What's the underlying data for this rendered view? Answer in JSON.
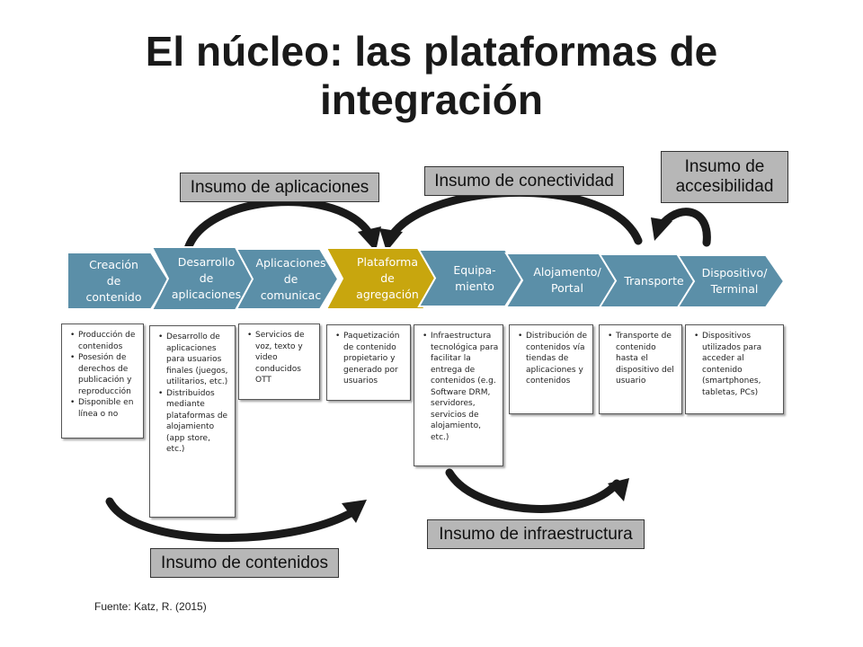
{
  "title": {
    "line1": "El núcleo: las plataformas de",
    "line2": "integración"
  },
  "inputs": {
    "aplicaciones": "Insumo de aplicaciones",
    "conectividad": "Insumo de conectividad",
    "accesibilidad_line1": "Insumo de",
    "accesibilidad_line2": "accesibilidad",
    "contenidos": "Insumo de contenidos",
    "infraestructura": "Insumo de infraestructura"
  },
  "chain": [
    {
      "lines": [
        "Creación",
        "de",
        "contenido"
      ],
      "color": "#5b8fa8"
    },
    {
      "lines": [
        "Desarrollo",
        "de",
        "aplicaciones"
      ],
      "color": "#5b8fa8"
    },
    {
      "lines": [
        "Aplicaciones",
        "de",
        "comunicac"
      ],
      "color": "#5b8fa8"
    },
    {
      "lines": [
        "Plataforma",
        "de",
        "agregación"
      ],
      "color": "#c8a60e"
    },
    {
      "lines": [
        "Equipa-",
        "miento"
      ],
      "color": "#5b8fa8"
    },
    {
      "lines": [
        "Alojamento/",
        "Portal"
      ],
      "color": "#5b8fa8"
    },
    {
      "lines": [
        "Transporte"
      ],
      "color": "#5b8fa8"
    },
    {
      "lines": [
        "Dispositivo/",
        "Terminal"
      ],
      "color": "#5b8fa8"
    }
  ],
  "descriptions": [
    [
      "Producción de contenidos",
      "Posesión de derechos de publicación y reproducción",
      "Disponible en línea o no"
    ],
    [
      "Desarrollo de aplicaciones para usuarios finales (juegos, utilitarios, etc.)",
      "Distribuidos mediante plataformas de alojamiento (app store, etc.)"
    ],
    [
      "Servicios de voz, texto y video conducidos OTT"
    ],
    [
      "Paquetización de contenido propietario y generado por usuarios"
    ],
    [
      "Infraestructura tecnológica para facilitar la entrega de contenidos (e.g. Software DRM, servidores, servicios de alojamiento, etc.)"
    ],
    [
      "Distribución de contenidos vía tiendas de aplicaciones y contenidos"
    ],
    [
      "Transporte de contenido hasta el dispositivo del usuario"
    ],
    [
      "Dispositivos utilizados para acceder al contenido (smartphones, tabletas, PCs)"
    ]
  ],
  "source": "Fuente: Katz, R. (2015)"
}
